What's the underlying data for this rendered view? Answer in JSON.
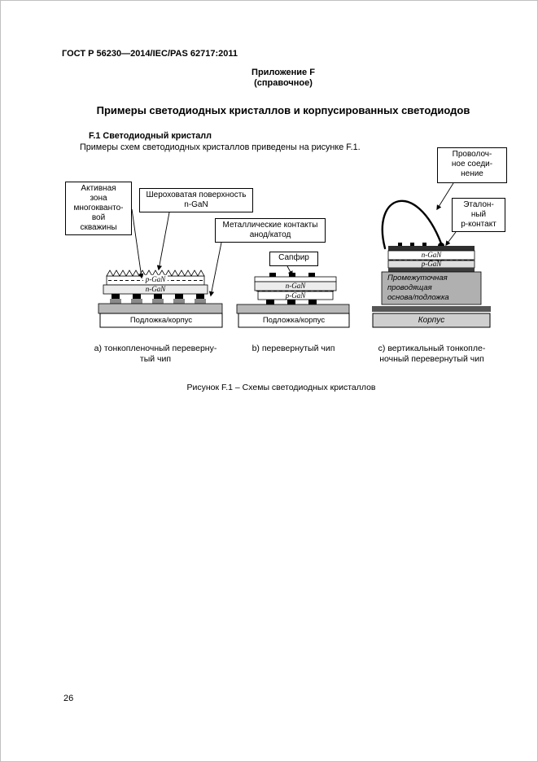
{
  "page": {
    "number": "26"
  },
  "header": {
    "doc_number": "ГОСТ Р 56230—2014/IEC/PAS 62717:2011",
    "annex_title": "Приложение F",
    "annex_subtitle": "(справочное)"
  },
  "title": "Примеры светодиодных кристаллов и корпусированных светодиодов",
  "section": {
    "heading": "F.1 Светодиодный кристалл",
    "intro": "Примеры схем светодиодных кристаллов приведены на рисунке F.1."
  },
  "figure": {
    "caption": "Рисунок F.1 – Схемы светодиодных кристаллов",
    "labels": {
      "wire_bond": {
        "lines": [
          "Проволоч-",
          "ное соеди-",
          "нение"
        ]
      },
      "active_zone": {
        "lines": [
          "Активная",
          "зона",
          "многокванто-",
          "вой",
          "скважины"
        ]
      },
      "rough_surface": {
        "lines": [
          "Шероховатая поверхность",
          "n-GaN"
        ]
      },
      "metal_contacts": {
        "lines": [
          "Металлические контакты",
          "анод/катод"
        ]
      },
      "sapphire": "Сапфир",
      "reference_contact": {
        "lines": [
          "Эталон-",
          "ный",
          "p-контакт"
        ]
      }
    },
    "chip_a": {
      "layer_top": "p-GaN",
      "layer_bottom": "n-GaN",
      "base": "Подложка/корпус",
      "caption_lines": [
        "a) тонкопленочный переверну-",
        "тый чип"
      ]
    },
    "chip_b": {
      "layer_top": "n-GaN",
      "layer_bottom": "p-GaN",
      "base": "Подложка/корпус",
      "caption": "b) перевернутый чип"
    },
    "chip_c": {
      "layer_top": "n-GaN",
      "layer_bottom": "p-GaN",
      "interlayer_lines": [
        "Промежуточная",
        "проводящая",
        "основа/подложка"
      ],
      "package": "Корпус",
      "caption_lines": [
        "c) вертикальный тонкопле-",
        "ночный перевернутый чип"
      ]
    }
  }
}
